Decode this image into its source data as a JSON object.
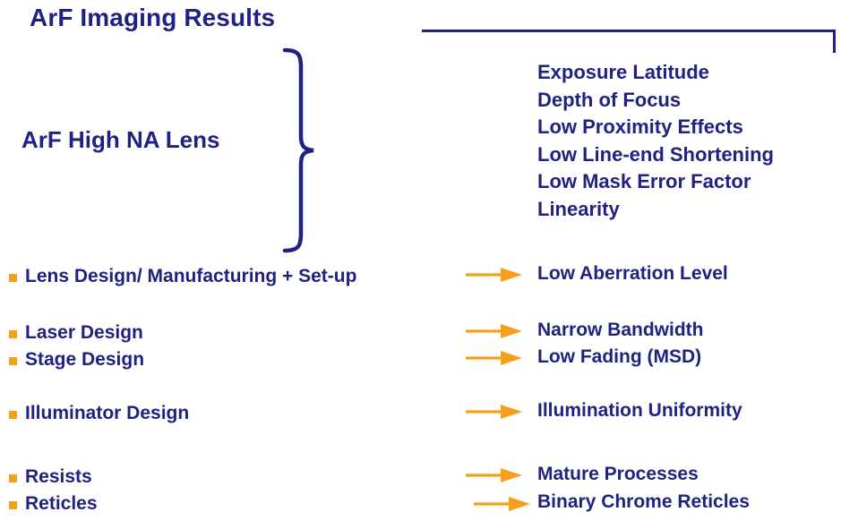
{
  "slide": {
    "title": "ArF Imaging Results",
    "group_label": "ArF High NA Lens",
    "colors": {
      "text_navy": "#1f2283",
      "accent_orange": "#f6a01a",
      "background": "#ffffff"
    }
  },
  "benefits": {
    "items": [
      "Exposure Latitude",
      "Depth of Focus",
      "Low Proximity Effects",
      "Low Line-end Shortening",
      "Low Mask Error Factor",
      "Linearity"
    ]
  },
  "requirements": [
    {
      "label": "Lens Design/ Manufacturing + Set-up"
    },
    {
      "label": "Laser Design"
    },
    {
      "label": "Stage Design"
    },
    {
      "label": "Illuminator Design"
    },
    {
      "label": "Resists"
    },
    {
      "label": "Reticles"
    }
  ],
  "results": [
    {
      "label": "Low Aberration Level"
    },
    {
      "label": "Narrow Bandwidth"
    },
    {
      "label": "Low Fading (MSD)"
    },
    {
      "label": "Illumination Uniformity"
    },
    {
      "label": "Mature Processes"
    },
    {
      "label": "Binary Chrome Reticles"
    }
  ]
}
